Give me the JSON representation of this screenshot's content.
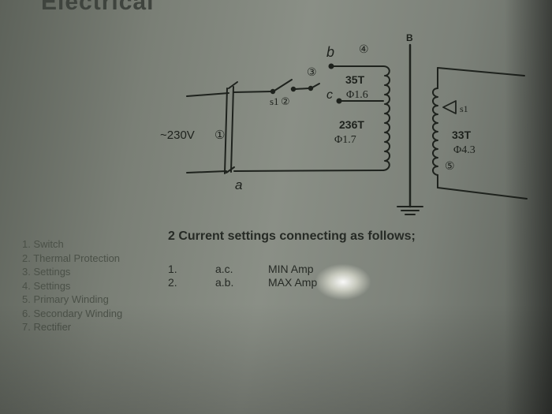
{
  "header_fragment": "Electrical",
  "diagram": {
    "supply_label": "~230V",
    "labels": {
      "n1": "①",
      "n2": "②",
      "n3": "③",
      "n4": "④",
      "n5": "⑤",
      "b": "b",
      "c": "c",
      "a": "a",
      "B": "B",
      "s1_switch": "s1",
      "s1_thermal": "s1"
    },
    "primary_top": {
      "turns": "35T",
      "wire": "Φ1.6"
    },
    "primary_bottom": {
      "turns": "236T",
      "wire": "Φ1.7"
    },
    "secondary": {
      "turns": "33T",
      "wire": "Φ4.3"
    }
  },
  "legend": [
    "1. Switch",
    "2. Thermal Protection",
    "3. Settings",
    "4. Settings",
    "5. Primary Winding",
    "6. Secondary Winding",
    "7. Rectifier"
  ],
  "current_settings": {
    "heading": "2 Current settings connecting as follows;",
    "rows": [
      {
        "num": "1.",
        "connection": "a.c.",
        "setting": "MIN Amp"
      },
      {
        "num": "2.",
        "connection": "a.b.",
        "setting": "MAX Amp"
      }
    ]
  }
}
